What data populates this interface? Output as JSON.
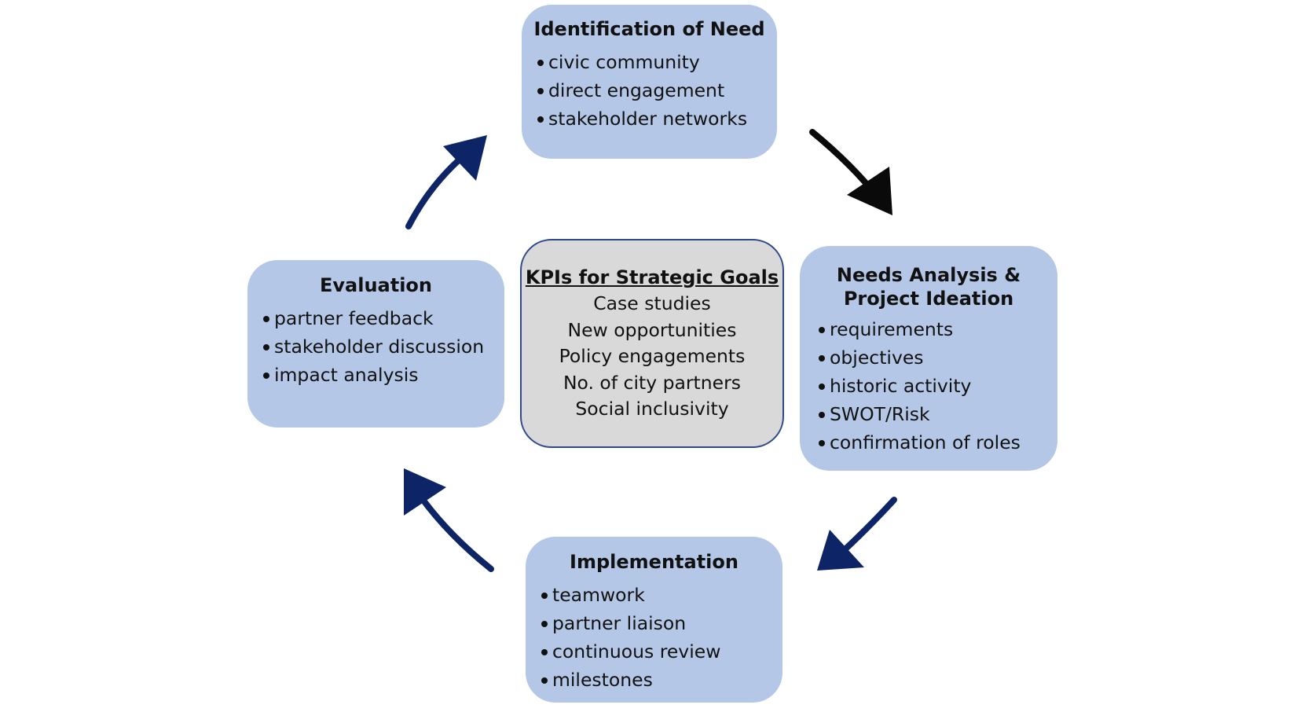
{
  "identification": {
    "title": "Identification of Need",
    "items": [
      "civic community",
      "direct engagement",
      "stakeholder networks"
    ]
  },
  "needs": {
    "title_line1": "Needs Analysis &",
    "title_line2": "Project Ideation",
    "items": [
      "requirements",
      "objectives",
      "historic activity",
      "SWOT/Risk",
      "confirmation of roles"
    ]
  },
  "implementation": {
    "title": "Implementation",
    "items": [
      "teamwork",
      "partner liaison",
      "continuous review",
      "milestones"
    ]
  },
  "evaluation": {
    "title": "Evaluation",
    "items": [
      "partner feedback",
      "stakeholder discussion",
      "impact analysis"
    ]
  },
  "kpi": {
    "title": "KPIs for Strategic Goals",
    "items": [
      "Case studies",
      "New opportunities",
      "Policy engagements",
      "No. of city partners",
      "Social inclusivity"
    ]
  },
  "colors": {
    "box_fill": "#b4c7e7",
    "kpi_fill": "#d9d9d9",
    "kpi_border": "#2e4a8a",
    "arrow_navy": "#0d2466",
    "arrow_black": "#0a0a0a"
  }
}
